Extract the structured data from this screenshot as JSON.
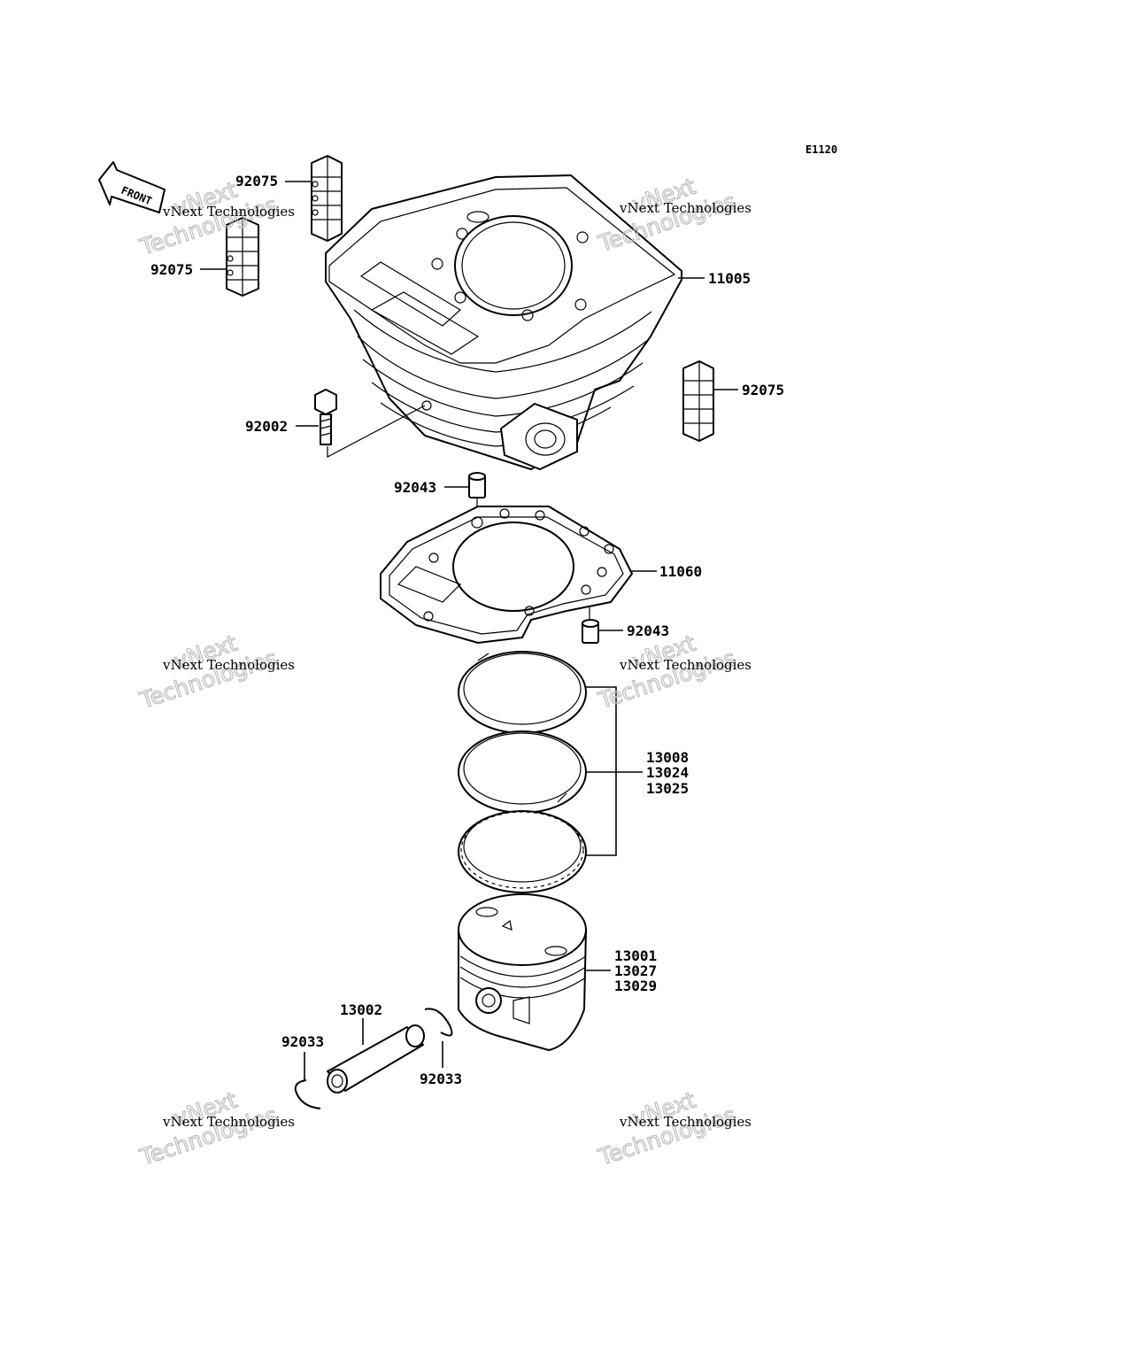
{
  "diagram_code": "E1120",
  "front_label": "FRONT",
  "watermark": {
    "line1": "vNext Technologies",
    "line2a": "vNext",
    "line2b": "Technologies"
  },
  "parts": {
    "top_left_bracket_a": "92075",
    "top_left_bracket_b": "92075",
    "cylinder": "11005",
    "right_bracket": "92075",
    "bolt": "92002",
    "dowel_upper": "92043",
    "gasket": "11060",
    "dowel_lower": "92043",
    "ring_set": [
      "13008",
      "13024",
      "13025"
    ],
    "piston": [
      "13001",
      "13027",
      "13029"
    ],
    "piston_pin": "13002",
    "circlip_left": "92033",
    "circlip_right": "92033"
  }
}
